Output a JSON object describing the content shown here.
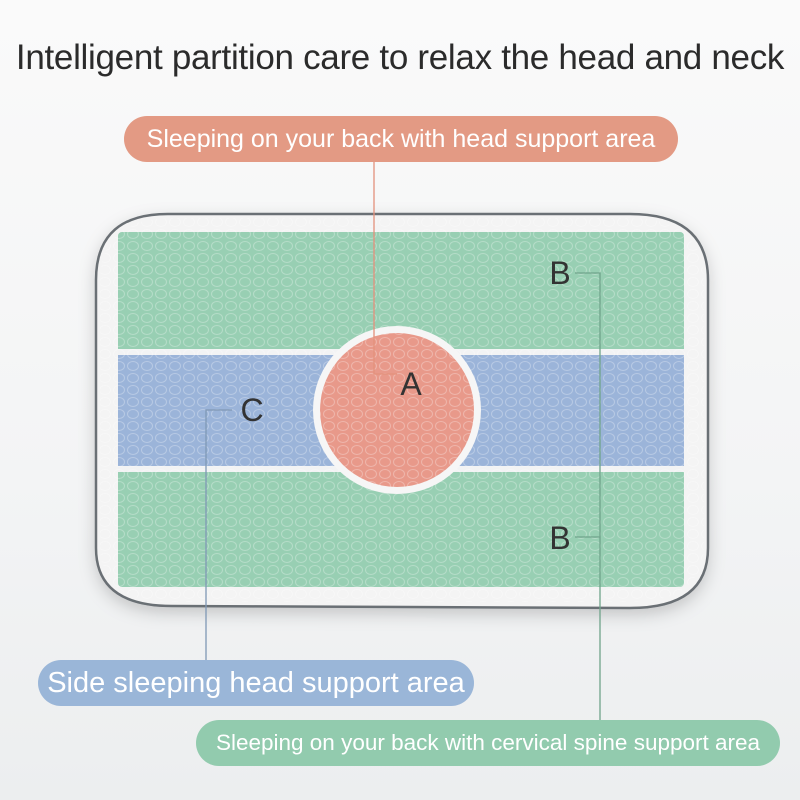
{
  "title": "Intelligent partition care to relax the head and neck",
  "labels": {
    "head_support": "Sleeping on your back with head support area",
    "side_sleeping": "Side sleeping head support area",
    "cervical_support": "Sleeping on your back with cervical spine support area"
  },
  "zones": {
    "a": "A",
    "b_top": "B",
    "b_bottom": "B",
    "c": "C"
  },
  "colors": {
    "zone_a": "#e8998a",
    "zone_b": "#98cfb3",
    "zone_c": "#9bb4d9",
    "pill_a": "#e39a84",
    "pill_b": "#92cbae",
    "pill_c": "#9ab6d8"
  }
}
